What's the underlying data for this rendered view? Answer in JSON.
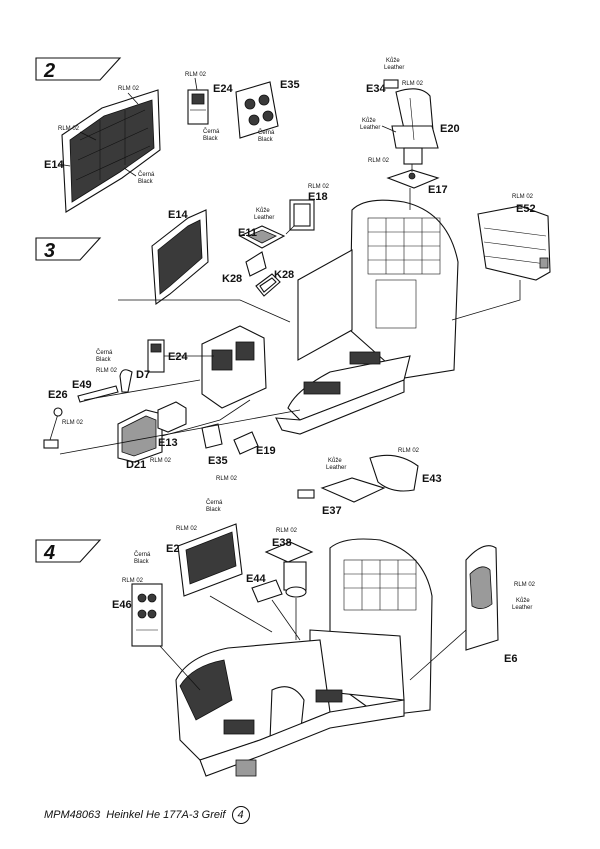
{
  "steps": [
    {
      "number": "2"
    },
    {
      "number": "3"
    },
    {
      "number": "4"
    }
  ],
  "parts": {
    "E14": "E14",
    "E24": "E24",
    "E35": "E35",
    "E34": "E34",
    "E20": "E20",
    "E17": "E17",
    "E18": "E18",
    "E11": "E11",
    "K28": "K28",
    "E52": "E52",
    "E49": "E49",
    "D7": "D7",
    "E26": "E26",
    "E13": "E13",
    "D21": "D21",
    "E19": "E19",
    "E43": "E43",
    "E37": "E37",
    "E2": "E2",
    "E38": "E38",
    "E44": "E44",
    "E46": "E46",
    "E6": "E6"
  },
  "paint": {
    "rlm02": "RLM 02",
    "cerna": "Černá",
    "black": "Black",
    "kuze": "Kůže",
    "leather": "Leather"
  },
  "footer": {
    "code": "MPM48063",
    "title": "Heinkel He 177A-3 Greif",
    "page": "4"
  }
}
